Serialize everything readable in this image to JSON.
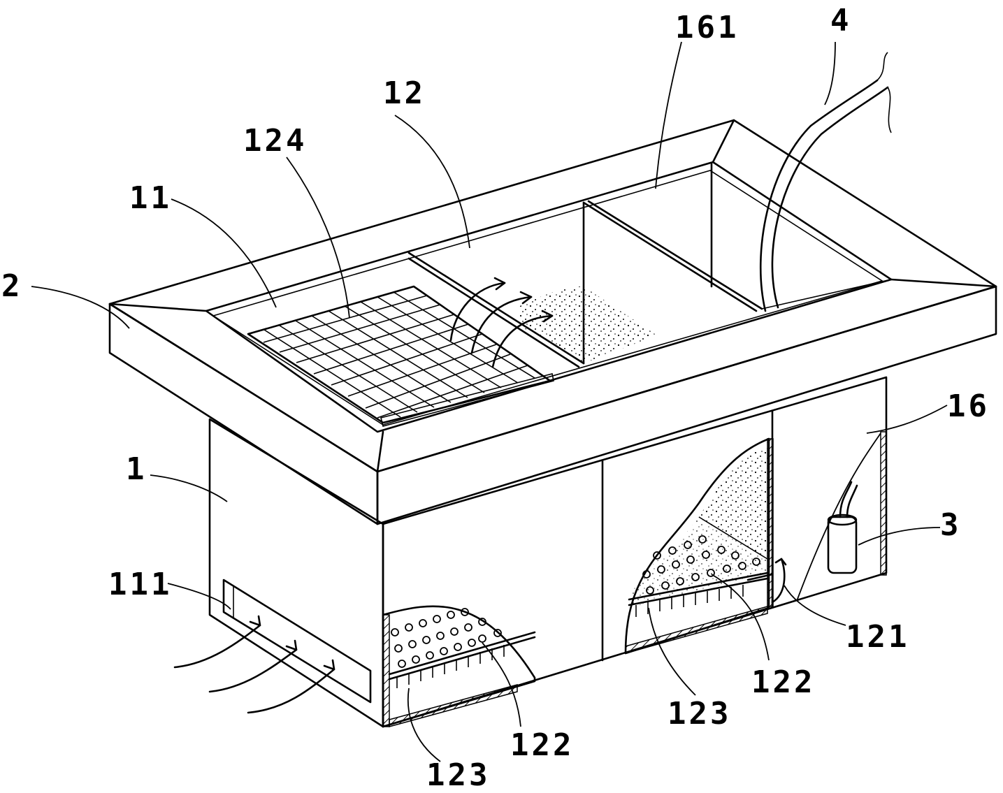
{
  "labels": {
    "l161": "161",
    "l4": "4",
    "l12": "12",
    "l124": "124",
    "l11": "11",
    "l2": "2",
    "l1": "1",
    "l16": "16",
    "l3": "3",
    "l111": "111",
    "l121": "121",
    "l122a": "122",
    "l122b": "122",
    "l123a": "123",
    "l123b": "123"
  }
}
